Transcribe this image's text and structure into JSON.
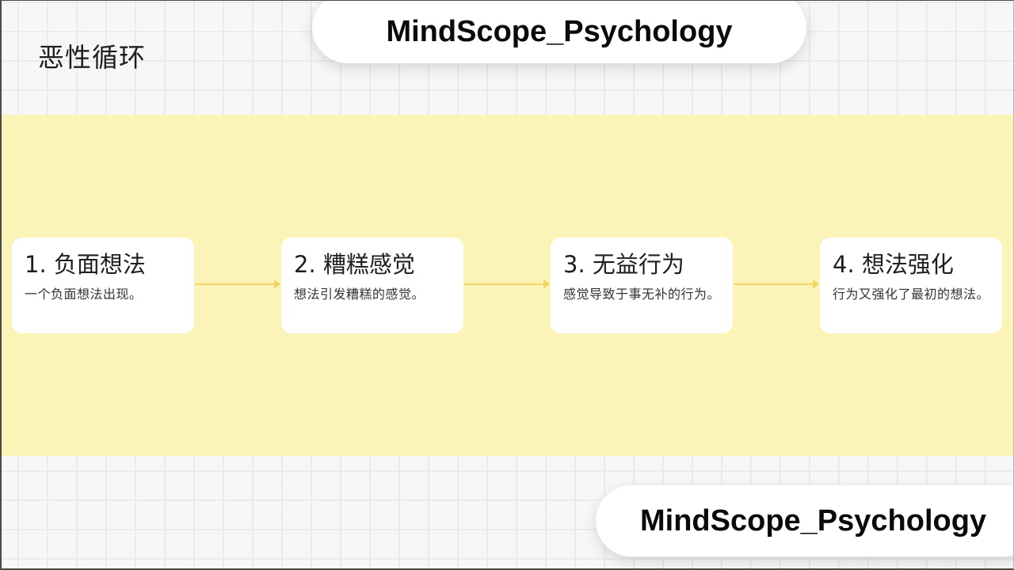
{
  "title": "恶性循环",
  "watermark": {
    "top": "MindScope_Psychology",
    "bottom": "MindScope_Psychology"
  },
  "colors": {
    "band": "#fbf3b8",
    "arrow": "#f1d762",
    "card": "#ffffff",
    "text": "#1e1e1e"
  },
  "steps": [
    {
      "title": "1. 负面想法",
      "desc": "一个负面想法出现。"
    },
    {
      "title": "2. 糟糕感觉",
      "desc": "想法引发糟糕的感觉。"
    },
    {
      "title": "3. 无益行为",
      "desc": "感觉导致于事无补的行为。"
    },
    {
      "title": "4. 想法强化",
      "desc": "行为又强化了最初的想法。"
    }
  ]
}
